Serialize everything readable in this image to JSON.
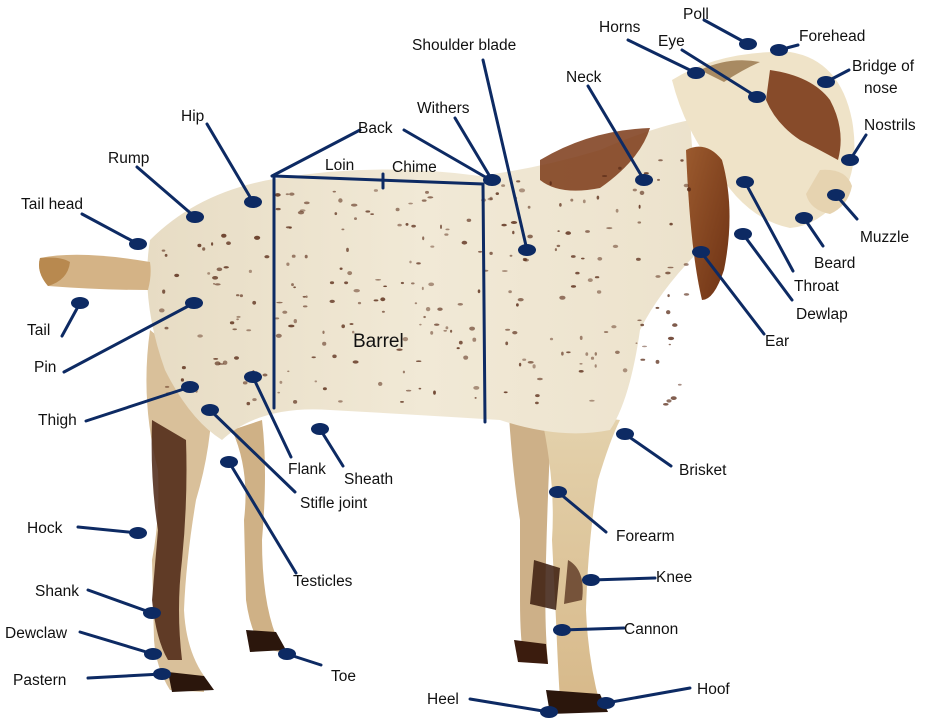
{
  "colors": {
    "marker": "#0d2a63",
    "goat_cream": "#ece3cf",
    "goat_tan": "#c9a06a",
    "goat_brown": "#7b3a18",
    "goat_dark": "#2b160c",
    "spot": "#5a2c18"
  },
  "diagram": {
    "region_labels": {
      "back": "Back",
      "loin": "Loin",
      "chime": "Chime",
      "barrel": "Barrel"
    },
    "parts": [
      {
        "id": "poll",
        "label": "Poll"
      },
      {
        "id": "forehead",
        "label": "Forehead"
      },
      {
        "id": "horns",
        "label": "Horns"
      },
      {
        "id": "eye",
        "label": "Eye"
      },
      {
        "id": "bridge",
        "label": "Bridge of nose"
      },
      {
        "id": "shoulder",
        "label": "Shoulder blade"
      },
      {
        "id": "neck",
        "label": "Neck"
      },
      {
        "id": "nostrils",
        "label": "Nostrils"
      },
      {
        "id": "withers",
        "label": "Withers"
      },
      {
        "id": "hip",
        "label": "Hip"
      },
      {
        "id": "rump",
        "label": "Rump"
      },
      {
        "id": "tailhead",
        "label": "Tail head"
      },
      {
        "id": "muzzle",
        "label": "Muzzle"
      },
      {
        "id": "beard",
        "label": "Beard"
      },
      {
        "id": "throat",
        "label": "Throat"
      },
      {
        "id": "dewlap",
        "label": "Dewlap"
      },
      {
        "id": "tail",
        "label": "Tail"
      },
      {
        "id": "ear",
        "label": "Ear"
      },
      {
        "id": "pin",
        "label": "Pin"
      },
      {
        "id": "thigh",
        "label": "Thigh"
      },
      {
        "id": "flank",
        "label": "Flank"
      },
      {
        "id": "sheath",
        "label": "Sheath"
      },
      {
        "id": "brisket",
        "label": "Brisket"
      },
      {
        "id": "stifle",
        "label": "Stifle joint"
      },
      {
        "id": "hock",
        "label": "Hock"
      },
      {
        "id": "forearm",
        "label": "Forearm"
      },
      {
        "id": "testicles",
        "label": "Testicles"
      },
      {
        "id": "knee",
        "label": "Knee"
      },
      {
        "id": "shank",
        "label": "Shank"
      },
      {
        "id": "dewclaw",
        "label": "Dewclaw"
      },
      {
        "id": "cannon",
        "label": "Cannon"
      },
      {
        "id": "toe",
        "label": "Toe"
      },
      {
        "id": "pastern",
        "label": "Pastern"
      },
      {
        "id": "heel",
        "label": "Heel"
      },
      {
        "id": "hoof",
        "label": "Hoof"
      }
    ]
  }
}
